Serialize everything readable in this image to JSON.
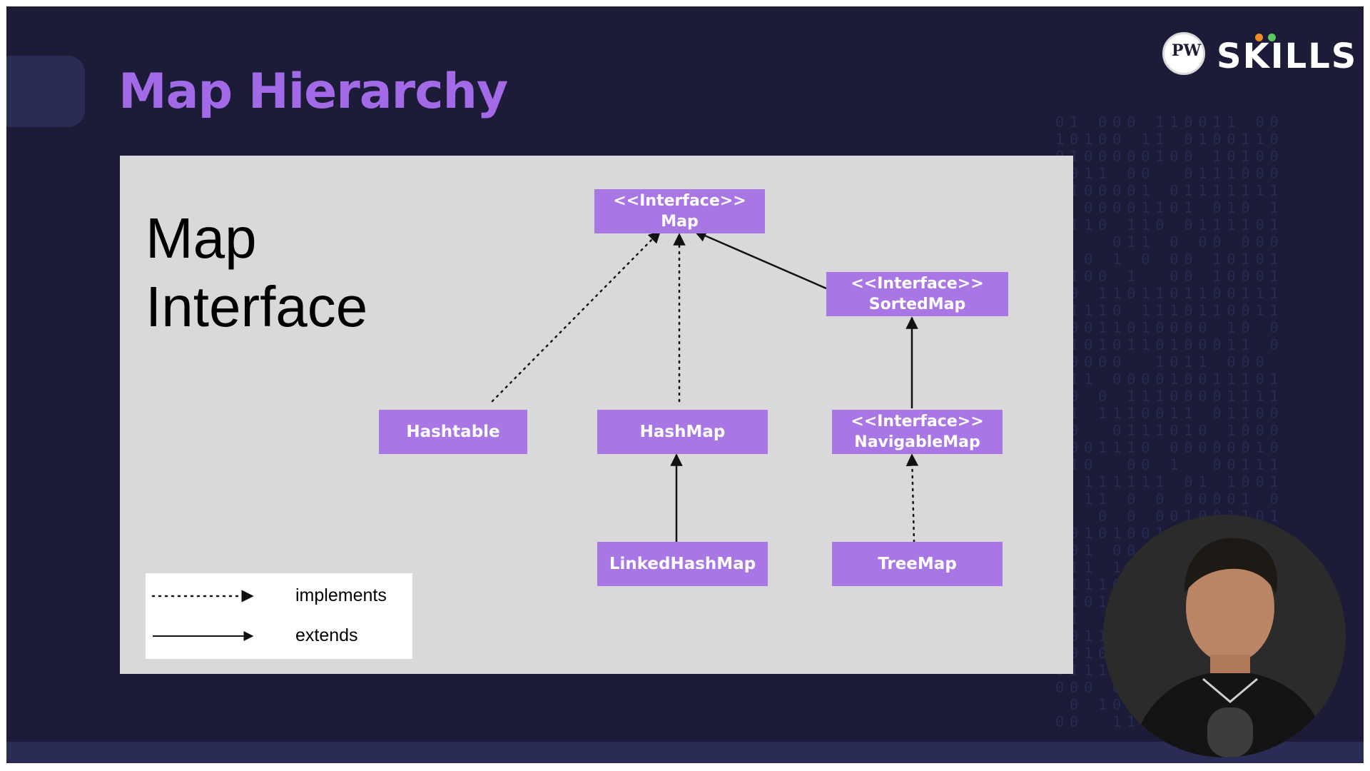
{
  "slide": {
    "title": "Map Hierarchy"
  },
  "logo": {
    "text": "SKILLS",
    "badge_text": "PW",
    "dot_colors": [
      "#f08a24",
      "#5cc95c"
    ]
  },
  "diagram": {
    "heading_line1": "Map",
    "heading_line2": "Interface",
    "node_color": "#a877e5",
    "nodes": {
      "map": {
        "stereotype": "<<Interface>>",
        "name": "Map"
      },
      "sortedmap": {
        "stereotype": "<<Interface>>",
        "name": "SortedMap"
      },
      "hashtable": {
        "name": "Hashtable"
      },
      "hashmap": {
        "name": "HashMap"
      },
      "navigablemap": {
        "stereotype": "<<Interface>>",
        "name": "NavigableMap"
      },
      "linkedhashmap": {
        "name": "LinkedHashMap"
      },
      "treemap": {
        "name": "TreeMap"
      }
    },
    "relations": [
      {
        "from": "Hashtable",
        "to": "Map",
        "type": "implements"
      },
      {
        "from": "HashMap",
        "to": "Map",
        "type": "implements"
      },
      {
        "from": "SortedMap",
        "to": "Map",
        "type": "extends"
      },
      {
        "from": "NavigableMap",
        "to": "SortedMap",
        "type": "extends"
      },
      {
        "from": "LinkedHashMap",
        "to": "HashMap",
        "type": "extends"
      },
      {
        "from": "TreeMap",
        "to": "NavigableMap",
        "type": "implements"
      }
    ],
    "legend": {
      "implements": "implements",
      "extends": "extends"
    }
  }
}
